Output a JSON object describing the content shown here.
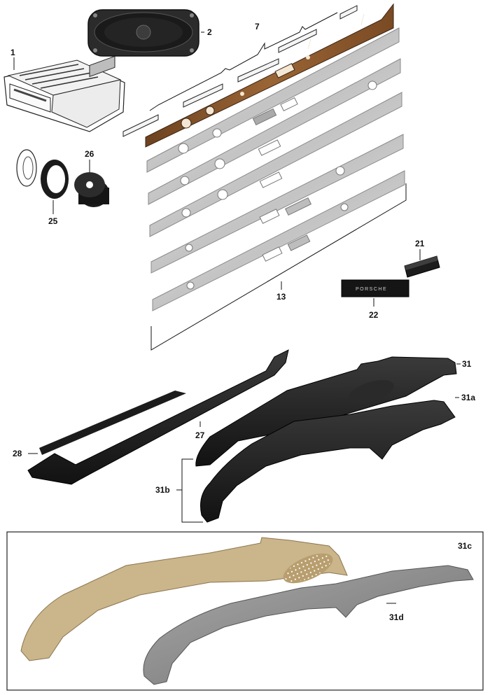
{
  "labels": {
    "p1": "1",
    "p2": "2",
    "p7": "7",
    "p13": "13",
    "p21": "21",
    "p22": "22",
    "p25": "25",
    "p26": "26",
    "p27": "27",
    "p28": "28",
    "p31": "31",
    "p31a": "31a",
    "p31b": "31b",
    "p31c": "31c",
    "p31d": "31d"
  },
  "badge_text": "PORSCHE",
  "colors": {
    "ink": "#111111",
    "steel": "#d2d2d2",
    "steel_edge": "#8a8a8a",
    "wood": "#8a5a2e",
    "rubber": "#1c1c1c",
    "felt": "#cbb58a",
    "grey_cover": "#8c8c8c",
    "badge": "#151515"
  }
}
